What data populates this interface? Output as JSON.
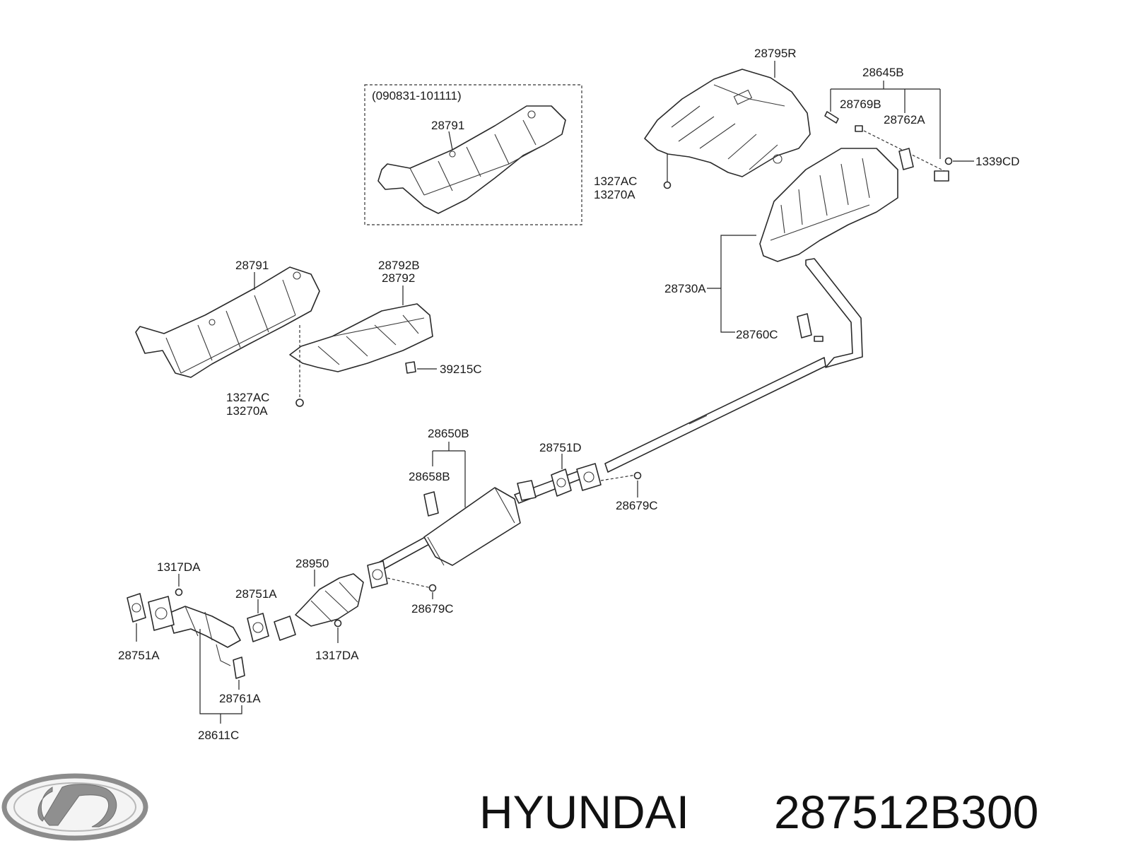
{
  "variant_note": "(090831-101111)",
  "labels": {
    "p28795R": "28795R",
    "p28645B": "28645B",
    "p28769B": "28769B",
    "p28762A": "28762A",
    "p1339CD": "1339CD",
    "p1327AC_top": "1327AC",
    "p13270A_top": "13270A",
    "p28791_top": "28791",
    "p28791": "28791",
    "p28792B": "28792B",
    "p28792": "28792",
    "p39215C": "39215C",
    "p1327AC": "1327AC",
    "p13270A": "13270A",
    "p28730A": "28730A",
    "p28760C": "28760C",
    "p28650B": "28650B",
    "p28658B": "28658B",
    "p28751D": "28751D",
    "p28679C_right": "28679C",
    "p1317DA_left": "1317DA",
    "p28950": "28950",
    "p28751A_mid": "28751A",
    "p28679C_left": "28679C",
    "p28751A_left": "28751A",
    "p1317DA_right": "1317DA",
    "p28761A": "28761A",
    "p28611C": "28611C"
  },
  "brand": {
    "name": "HYUNDAI",
    "part_number": "287512B300"
  },
  "colors": {
    "line": "#2a2a2a",
    "logo": "#9a9a9a"
  }
}
